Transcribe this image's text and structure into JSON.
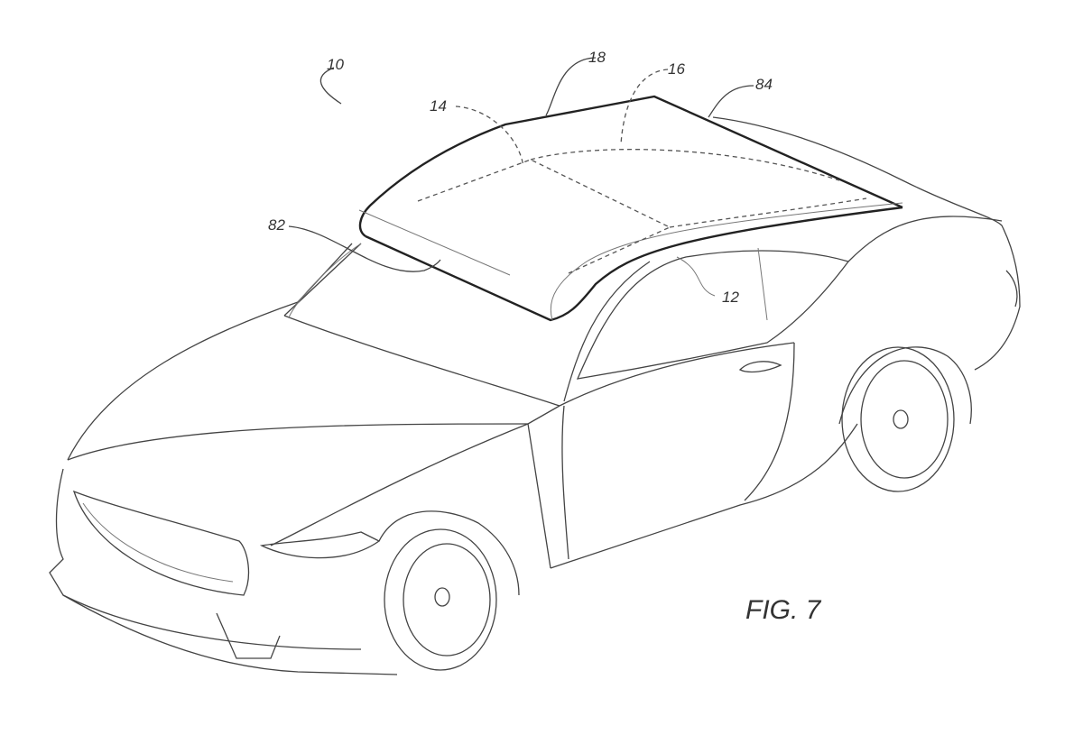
{
  "figure": {
    "title": "FIG. 7",
    "reference_numerals": {
      "vehicle": "10",
      "roof": "12",
      "airbag_inner": "14",
      "airbag_region": "16",
      "airbag": "18",
      "front_edge": "82",
      "rear_edge": "84"
    }
  }
}
